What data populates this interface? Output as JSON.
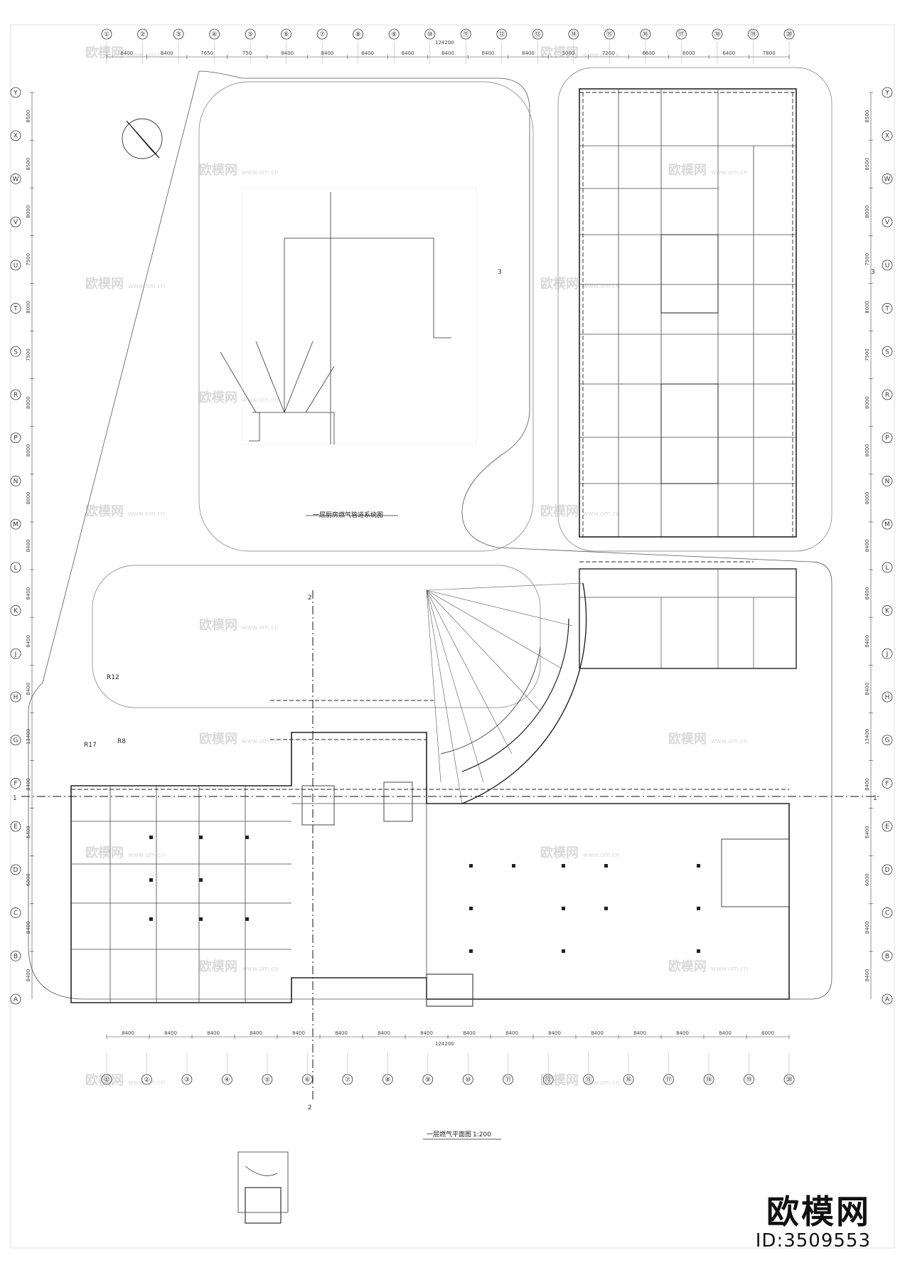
{
  "plan": {
    "plan_title": "一层燃气平面图",
    "plan_scale": "1:200",
    "system_title": "一层厨房燃气管道系统图",
    "total_dimension": "124200",
    "radius_labels": [
      "R12",
      "R17",
      "R8"
    ]
  },
  "grid": {
    "columns": [
      "①",
      "②",
      "③",
      "④",
      "⑤",
      "⑥",
      "⑦",
      "⑧",
      "⑨",
      "⑩",
      "⑪",
      "⑫",
      "⑬",
      "⑭",
      "⑮",
      "⑯",
      "⑰",
      "⑱",
      "⑲",
      "⑳"
    ],
    "bottom_columns": [
      "①",
      "②",
      "③",
      "④",
      "⑤",
      "⑥",
      "⑦",
      "⑧",
      "⑨",
      "⑩",
      "⑪",
      "⑫",
      "⑮",
      "⑯",
      "⑰",
      "⑱",
      "⑲",
      "⑳"
    ],
    "rows": [
      "Y",
      "X",
      "W",
      "V",
      "U",
      "T",
      "S",
      "R",
      "P",
      "N",
      "M",
      "L",
      "K",
      "J",
      "H",
      "G",
      "F",
      "E",
      "D",
      "C",
      "B",
      "A"
    ],
    "top_spacings": [
      "8400",
      "8400",
      "7650",
      "750",
      "8400",
      "8400",
      "8400",
      "8400",
      "8400",
      "8400",
      "8400",
      "3000",
      "7200",
      "6600",
      "8000",
      "6400",
      "7800"
    ],
    "bottom_spacings": [
      "8400",
      "8400",
      "8400",
      "8400",
      "8400",
      "8400",
      "8400",
      "8400",
      "8400",
      "8400",
      "8400",
      "8400",
      "8400",
      "8400",
      "8400",
      "6000"
    ],
    "left_spacings": [
      "8500",
      "8500",
      "8000",
      "7500",
      "8000",
      "7500",
      "8000",
      "8000",
      "8000",
      "8400",
      "8400",
      "8400",
      "8400",
      "13400",
      "8400",
      "6400",
      "6000",
      "8400",
      "8400"
    ],
    "section_marks": [
      "1",
      "2",
      "3"
    ]
  },
  "watermark": {
    "text": "欧模网",
    "url": "www.om.cn"
  },
  "brand": {
    "name": "欧模网",
    "id": "ID:3509553"
  }
}
